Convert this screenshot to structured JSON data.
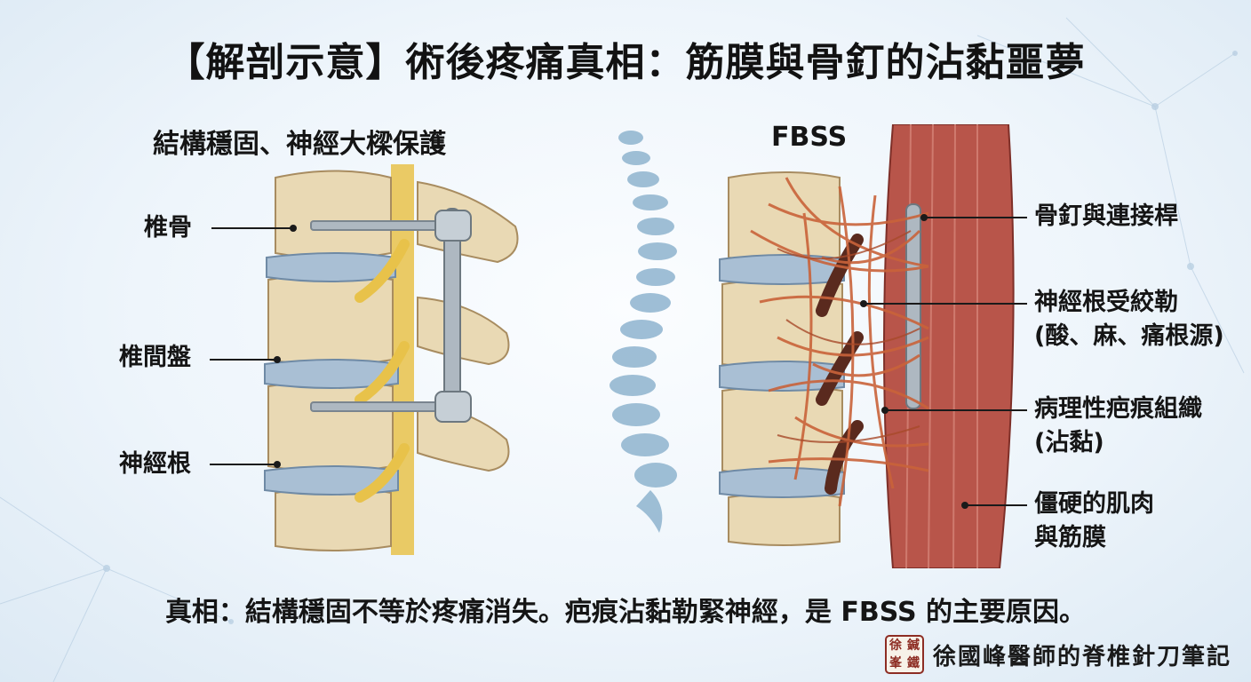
{
  "title": "【解剖示意】術後疼痛真相：筋膜與骨釘的沾黏噩夢",
  "left_panel": {
    "subtitle": "結構穩固、神經大樑保護",
    "labels": {
      "vertebra": "椎骨",
      "disc": "椎間盤",
      "nerve_root": "神經根"
    }
  },
  "right_panel": {
    "subtitle": "FBSS",
    "labels": {
      "screw_rod": "骨釘與連接桿",
      "nerve_strangled_line1": "神經根受絞勒",
      "nerve_strangled_line2": "(酸、麻、痛根源)",
      "scar_line1": "病理性疤痕組織",
      "scar_line2": "(沾黏)",
      "muscle_line1": "僵硬的肌肉",
      "muscle_line2": "與筋膜"
    }
  },
  "footer": "真相：結構穩固不等於疼痛消失。疤痕沾黏勒緊神經，是 FBSS 的主要原因。",
  "signature": {
    "seal_chars": [
      "徐",
      "鍼",
      "峯",
      "鐵"
    ],
    "text": "徐國峰醫師的脊椎針刀筆記"
  },
  "colors": {
    "bone": "#e9d9b4",
    "disc": "#a9bfd4",
    "nerve": "#e8c24a",
    "metal": "#aeb8c1",
    "scar": "#c9633a",
    "muscle": "#b8554a",
    "spine_icon": "#8fb4cf",
    "seal": "#8d2d24"
  }
}
